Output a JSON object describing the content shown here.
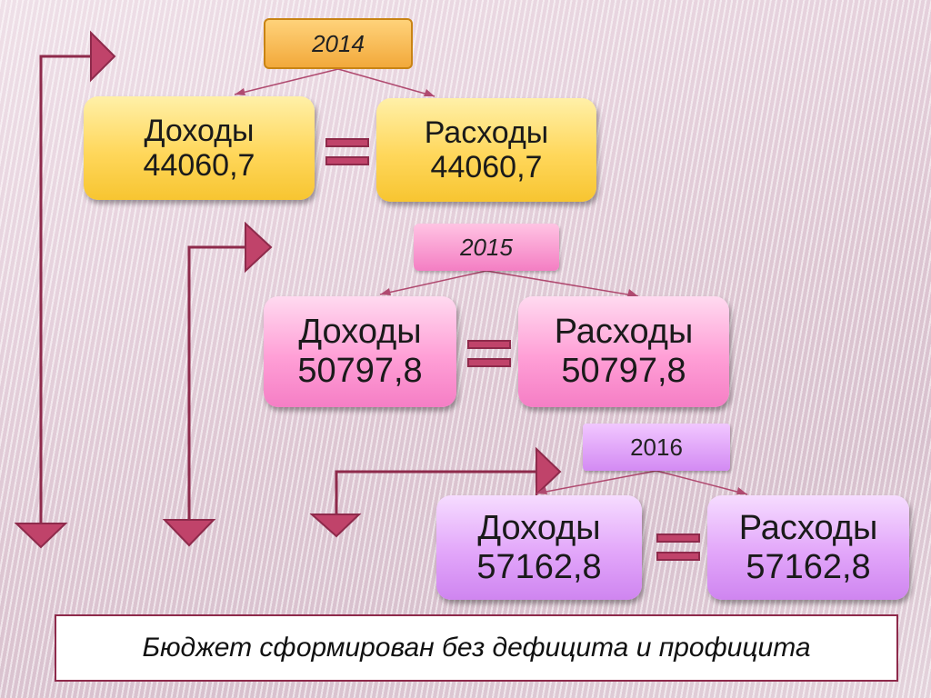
{
  "colors": {
    "arrow": "#8e2a4b",
    "year_2014": "#f2a93b",
    "year_2015": "#f47ec3",
    "year_2016": "#d38af3",
    "box_2014": "#ffd75b",
    "box_2015": "#ff9fd6",
    "box_2016": "#e2a6fa"
  },
  "years": [
    {
      "year": "2014",
      "income": {
        "label": "Доходы",
        "value": "44060,7"
      },
      "expenses": {
        "label": "Расходы",
        "value": "44060,7"
      },
      "equals_icon": "equals-icon"
    },
    {
      "year": "2015",
      "income": {
        "label": "Доходы",
        "value": "50797,8"
      },
      "expenses": {
        "label": "Расходы",
        "value": "50797,8"
      },
      "equals_icon": "equals-icon"
    },
    {
      "year": "2016",
      "income": {
        "label": "Доходы",
        "value": "57162,8"
      },
      "expenses": {
        "label": "Расходы",
        "value": "57162,8"
      },
      "equals_icon": "equals-icon"
    }
  ],
  "footer": "Бюджет сформирован без дефицита и профицита"
}
